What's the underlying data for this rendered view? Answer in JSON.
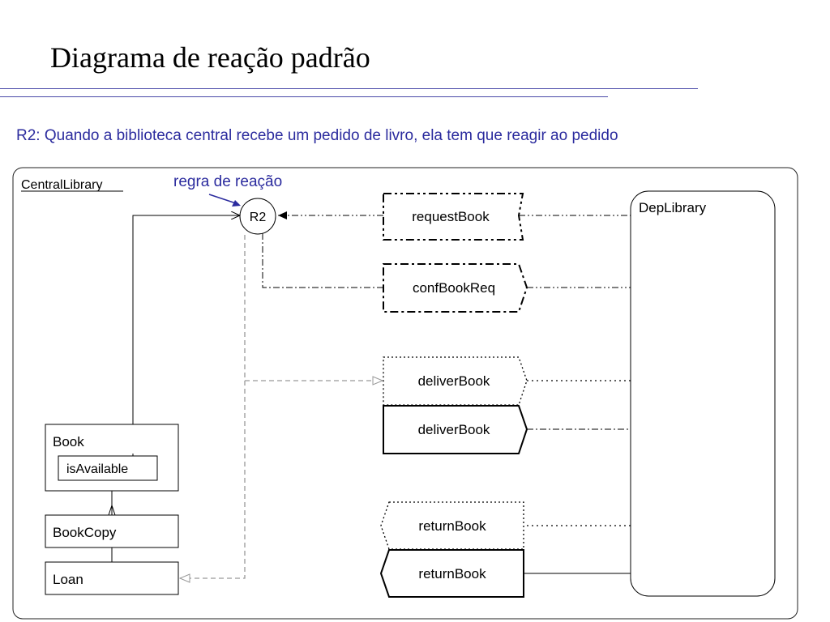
{
  "slide": {
    "title": "Diagrama de reação padrão",
    "subtitle": "R2: Quando a biblioteca central recebe um pedido de livro, ela tem que reagir ao pedido"
  },
  "diagram": {
    "container_label": "CentralLibrary",
    "annotation": "regra de reação",
    "rule_node": "R2",
    "classes": {
      "book": "Book",
      "attribute": "isAvailable",
      "book_copy": "BookCopy",
      "loan": "Loan"
    },
    "events": {
      "request_book": "requestBook",
      "conf_book_req": "confBookReq",
      "deliver_book_planned": "deliverBook",
      "deliver_book": "deliverBook",
      "return_book_planned": "returnBook",
      "return_book": "returnBook"
    },
    "external_agent": "DepLibrary",
    "colors": {
      "title_rule": "#4a4aa8",
      "subtitle": "#2b2b9e",
      "annotation": "#2b2b9e",
      "line": "#000000",
      "dashed": "#999999"
    }
  }
}
